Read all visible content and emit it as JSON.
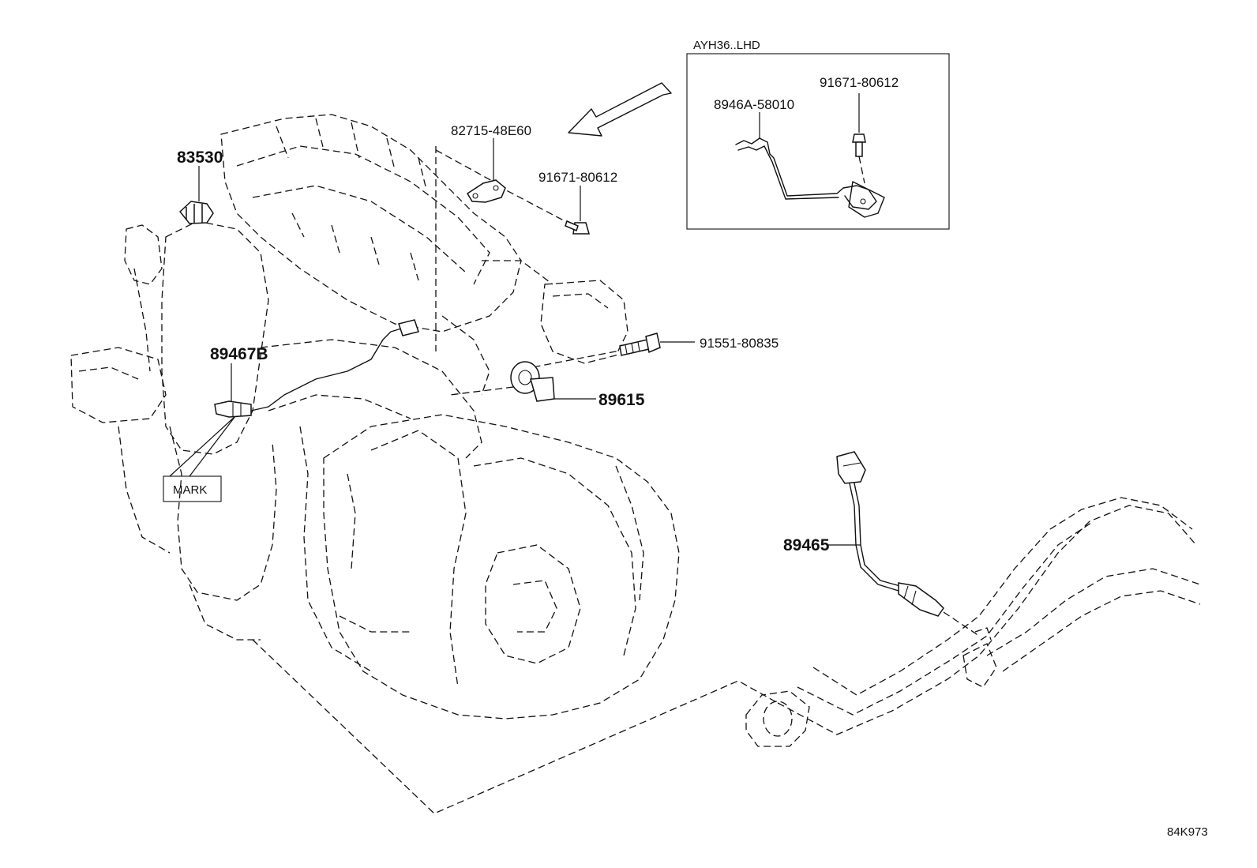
{
  "inset": {
    "title": "AYH36..LHD"
  },
  "labels": {
    "p83530": "83530",
    "p82715": "82715-48E60",
    "p91671_main": "91671-80612",
    "p8946a": "8946A-58010",
    "p91671_inset": "91671-80612",
    "p89467b": "89467B",
    "p91551": "91551-80835",
    "p89615": "89615",
    "p89465": "89465",
    "mark": "MARK"
  },
  "figure_code": "84K973"
}
